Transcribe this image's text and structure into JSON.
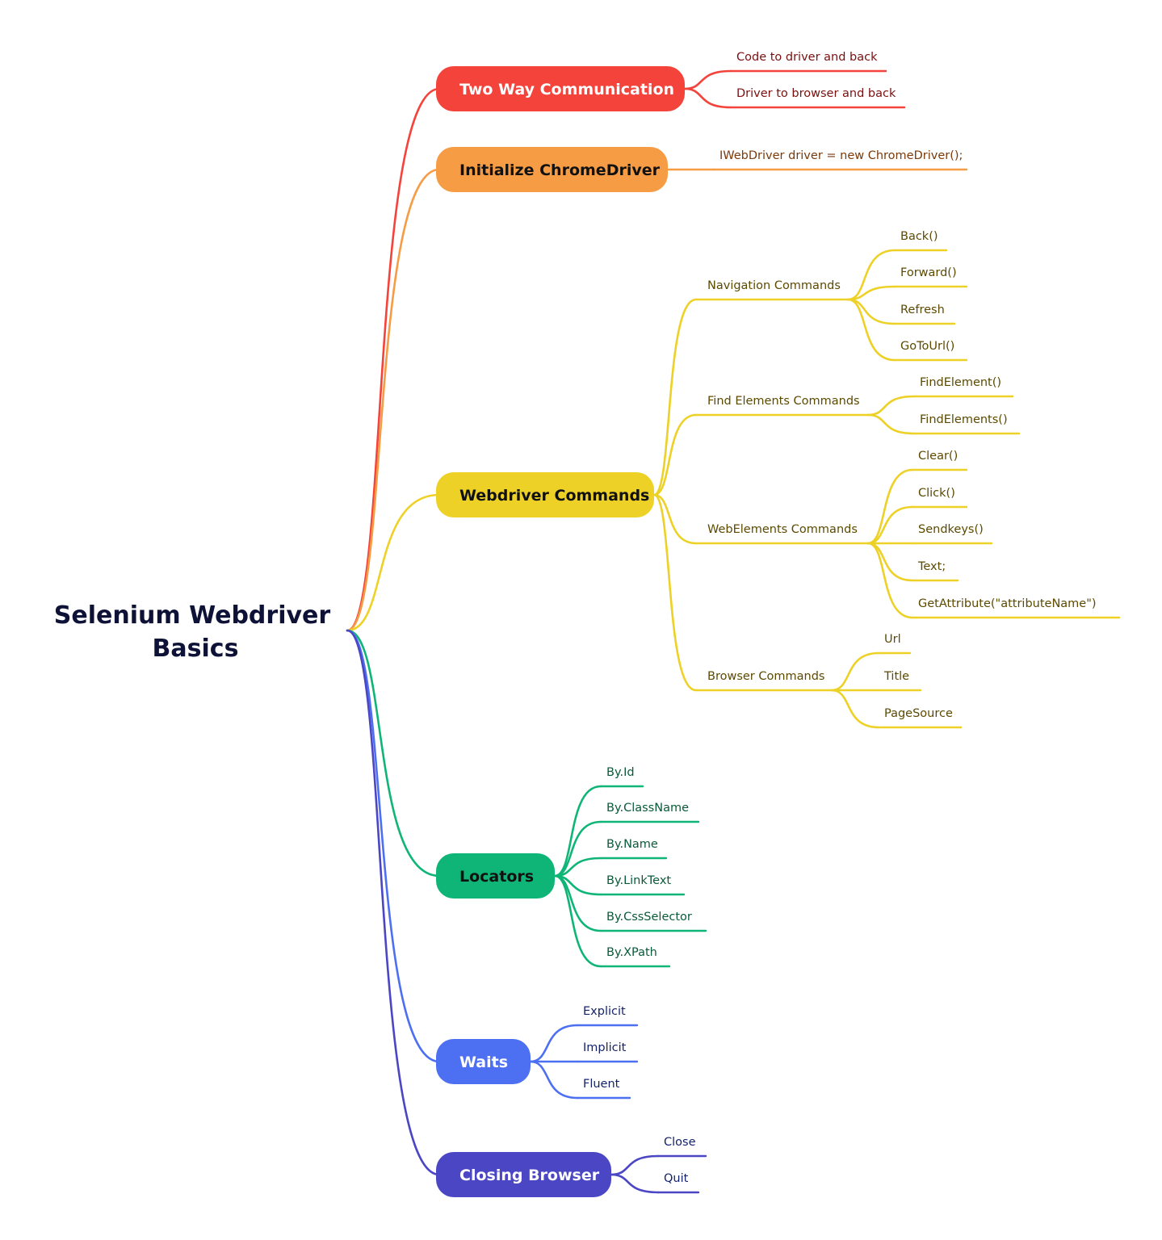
{
  "root": {
    "title_line1": "Selenium Webdriver",
    "title_line2": "Basics"
  },
  "branches": [
    {
      "label": "Two Way Communication",
      "color": "#f4433b",
      "text_color": "#ffffff",
      "leaf_color": "#7a1010",
      "children": [
        {
          "label": "Code to driver and back"
        },
        {
          "label": "Driver to browser and back"
        }
      ]
    },
    {
      "label": "Initialize ChromeDriver",
      "color": "#f59c45",
      "text_color": "#111111",
      "leaf_color": "#7a3a0a",
      "children": [
        {
          "label": "IWebDriver driver = new ChromeDriver();"
        }
      ]
    },
    {
      "label": "Webdriver Commands",
      "color": "#edd126",
      "text_color": "#111111",
      "leaf_color": "#5c4a00",
      "children": [
        {
          "label": "Navigation Commands",
          "children": [
            {
              "label": "Back()"
            },
            {
              "label": "Forward()"
            },
            {
              "label": "Refresh"
            },
            {
              "label": "GoToUrl()"
            }
          ]
        },
        {
          "label": "Find Elements Commands",
          "children": [
            {
              "label": "FindElement()"
            },
            {
              "label": "FindElements()"
            }
          ]
        },
        {
          "label": "WebElements Commands",
          "children": [
            {
              "label": "Clear()"
            },
            {
              "label": "Click()"
            },
            {
              "label": "Sendkeys()"
            },
            {
              "label": "Text;"
            },
            {
              "label": "GetAttribute(\"attributeName\")"
            }
          ]
        },
        {
          "label": "Browser Commands",
          "children": [
            {
              "label": "Url"
            },
            {
              "label": "Title"
            },
            {
              "label": "PageSource"
            }
          ]
        }
      ]
    },
    {
      "label": "Locators",
      "color": "#0fb577",
      "text_color": "#111111",
      "leaf_color": "#0a5a3a",
      "children": [
        {
          "label": "By.Id"
        },
        {
          "label": "By.ClassName"
        },
        {
          "label": "By.Name"
        },
        {
          "label": "By.LinkText"
        },
        {
          "label": "By.CssSelector"
        },
        {
          "label": "By.XPath"
        }
      ]
    },
    {
      "label": "Waits",
      "color": "#4d6ff2",
      "text_color": "#ffffff",
      "leaf_color": "#15236b",
      "children": [
        {
          "label": "Explicit"
        },
        {
          "label": "Implicit"
        },
        {
          "label": "Fluent"
        }
      ]
    },
    {
      "label": "Closing Browser",
      "color": "#4b46c4",
      "text_color": "#ffffff",
      "leaf_color": "#15236b",
      "children": [
        {
          "label": "Close"
        },
        {
          "label": "Quit"
        }
      ]
    }
  ]
}
